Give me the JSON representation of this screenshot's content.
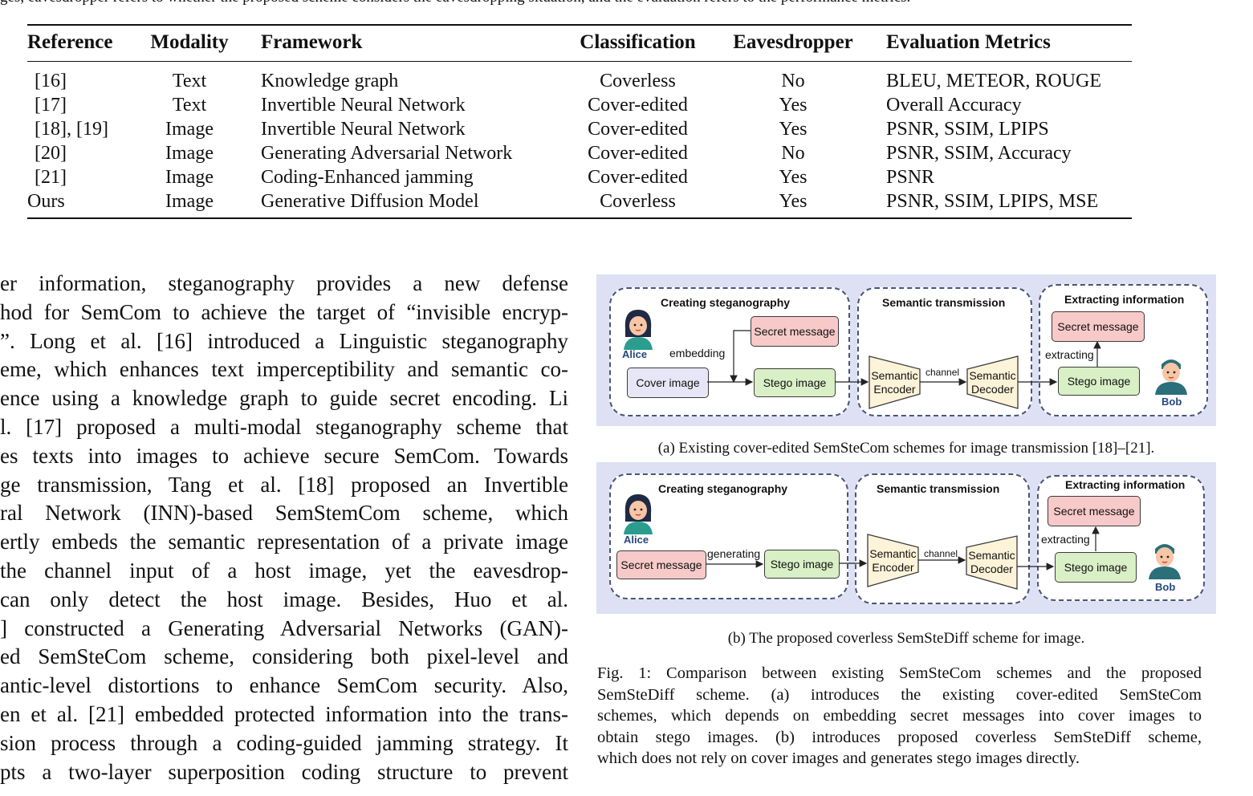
{
  "top_caption": "ges, eavesdropper refers to whether the proposed scheme considers the eavesdropping situation, and the evaluation refers to the performance metrics.",
  "table": {
    "headers": {
      "reference": "Reference",
      "modality": "Modality",
      "framework": "Framework",
      "classification": "Classification",
      "eavesdropper": "Eavesdropper",
      "metrics": "Evaluation Metrics"
    },
    "rows": [
      {
        "reference": "[16]",
        "modality": "Text",
        "framework": "Knowledge graph",
        "classification": "Coverless",
        "eavesdropper": "No",
        "metrics": "BLEU, METEOR, ROUGE"
      },
      {
        "reference": "[17]",
        "modality": "Text",
        "framework": "Invertible Neural Network",
        "classification": "Cover-edited",
        "eavesdropper": "Yes",
        "metrics": "Overall Accuracy"
      },
      {
        "reference": "[18], [19]",
        "modality": "Image",
        "framework": "Invertible Neural Network",
        "classification": "Cover-edited",
        "eavesdropper": "Yes",
        "metrics": "PSNR, SSIM, LPIPS"
      },
      {
        "reference": "[20]",
        "modality": "Image",
        "framework": "Generating Adversarial Network",
        "classification": "Cover-edited",
        "eavesdropper": "No",
        "metrics": "PSNR, SSIM, Accuracy"
      },
      {
        "reference": "[21]",
        "modality": "Image",
        "framework": "Coding-Enhanced jamming",
        "classification": "Cover-edited",
        "eavesdropper": "Yes",
        "metrics": "PSNR"
      },
      {
        "reference": "Ours",
        "modality": "Image",
        "framework": "Generative Diffusion Model",
        "classification": "Coverless",
        "eavesdropper": "Yes",
        "metrics": "PSNR, SSIM, LPIPS, MSE"
      }
    ]
  },
  "body_lines": [
    "er information, steganography provides a new defense",
    "hod for SemCom to achieve the target of “invisible encryp-",
    "”. Long et al. [16] introduced a Linguistic steganography",
    "eme, which enhances text imperceptibility and semantic co-",
    "ence using a knowledge graph to guide secret encoding. Li",
    "l. [17] proposed a multi-modal steganography scheme that",
    "es texts into images to achieve secure SemCom. Towards",
    "ge transmission, Tang et al. [18] proposed an Invertible",
    "ral Network (INN)-based SemStemCom scheme, which",
    "ertly embeds the semantic representation of a private image",
    "the channel input of a host image, yet the eavesdrop-",
    "can only detect the host image. Besides, Huo et al.",
    "] constructed a Generating Adversarial Networks (GAN)-",
    "ed SemSteCom scheme, considering both pixel-level and",
    "antic-level distortions to enhance SemCom security. Also,",
    "en et al. [21] embedded protected information into the trans-",
    "sion process through a coding-guided jamming strategy. It",
    "pts a two-layer superposition coding structure to prevent"
  ],
  "figure_a": {
    "section_titles": [
      "Creating steganography",
      "Semantic transmission",
      "Extracting information"
    ],
    "alice": "Alice",
    "bob": "Bob",
    "embedding": "embedding",
    "secret_message": "Secret message",
    "cover_image": "Cover image",
    "stego_image": "Stego image",
    "encoder": "Semantic Encoder",
    "decoder": "Semantic Decoder",
    "channel": "channel",
    "extracting": "extracting",
    "secret_out": "Secret message",
    "stego_out": "Stego image",
    "caption": "(a) Existing cover-edited SemSteCom schemes for image transmission [18]–[21]."
  },
  "figure_b": {
    "section_titles": [
      "Creating steganography",
      "Semantic transmission",
      "Extracting information"
    ],
    "alice": "Alice",
    "bob": "Bob",
    "generating": "generating",
    "secret_message": "Secret message",
    "stego_image": "Stego image",
    "encoder": "Semantic Encoder",
    "decoder": "Semantic Decoder",
    "channel": "channel",
    "extracting": "extracting",
    "secret_out": "Secret message",
    "stego_out": "Stego image",
    "caption": "(b) The proposed coverless SemSteDiff scheme for image."
  },
  "fig_caption_lines": [
    "Fig. 1: Comparison between existing SemSteCom schemes and the proposed",
    "SemSteDiff scheme. (a) introduces the existing cover-edited SemSteCom",
    "schemes, which depends on embedding secret messages into cover images to",
    "obtain stego images. (b) introduces proposed coverless SemSteDiff scheme,",
    "which does not rely on cover images and generates stego images directly."
  ],
  "colors": {
    "panel_bg": "#dde1f3",
    "cover_fill": "#e6e6f6",
    "secret_fill": "#f7c9c9",
    "stego_fill": "#d9efc6",
    "codec_fill": "#fdf3d8",
    "name_color": "#25477a"
  }
}
